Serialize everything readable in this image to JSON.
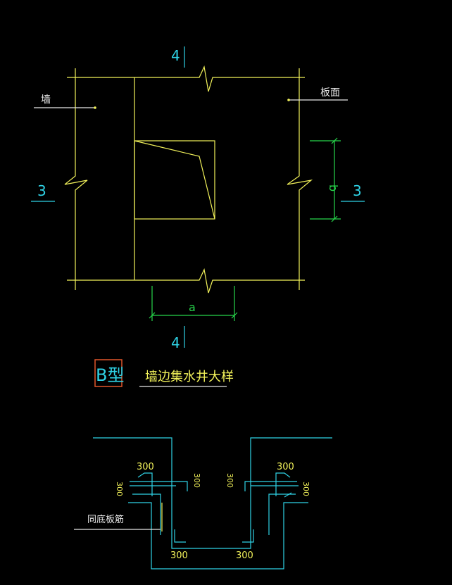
{
  "plan": {
    "section_top": "4",
    "section_bottom": "4",
    "section_left": "3",
    "section_right": "3",
    "label_wall": "墙",
    "label_slab_surface": "板面",
    "dim_a": "a",
    "dim_b": "b"
  },
  "title": {
    "type_label": "B型",
    "caption": "墙边集水井大样"
  },
  "section": {
    "dim_top_left": "300",
    "dim_top_right": "300",
    "dim_side_1": "300",
    "dim_side_2": "300",
    "dim_side_3": "300",
    "dim_side_4": "300",
    "dim_bottom_left": "300",
    "dim_bottom_right": "300",
    "label_rebar": "同底板筋"
  },
  "colors": {
    "background": "#000000",
    "yellow": "#f2f25a",
    "cyan": "#2fd3e6",
    "green": "#27d64b",
    "red": "#e0552a"
  }
}
